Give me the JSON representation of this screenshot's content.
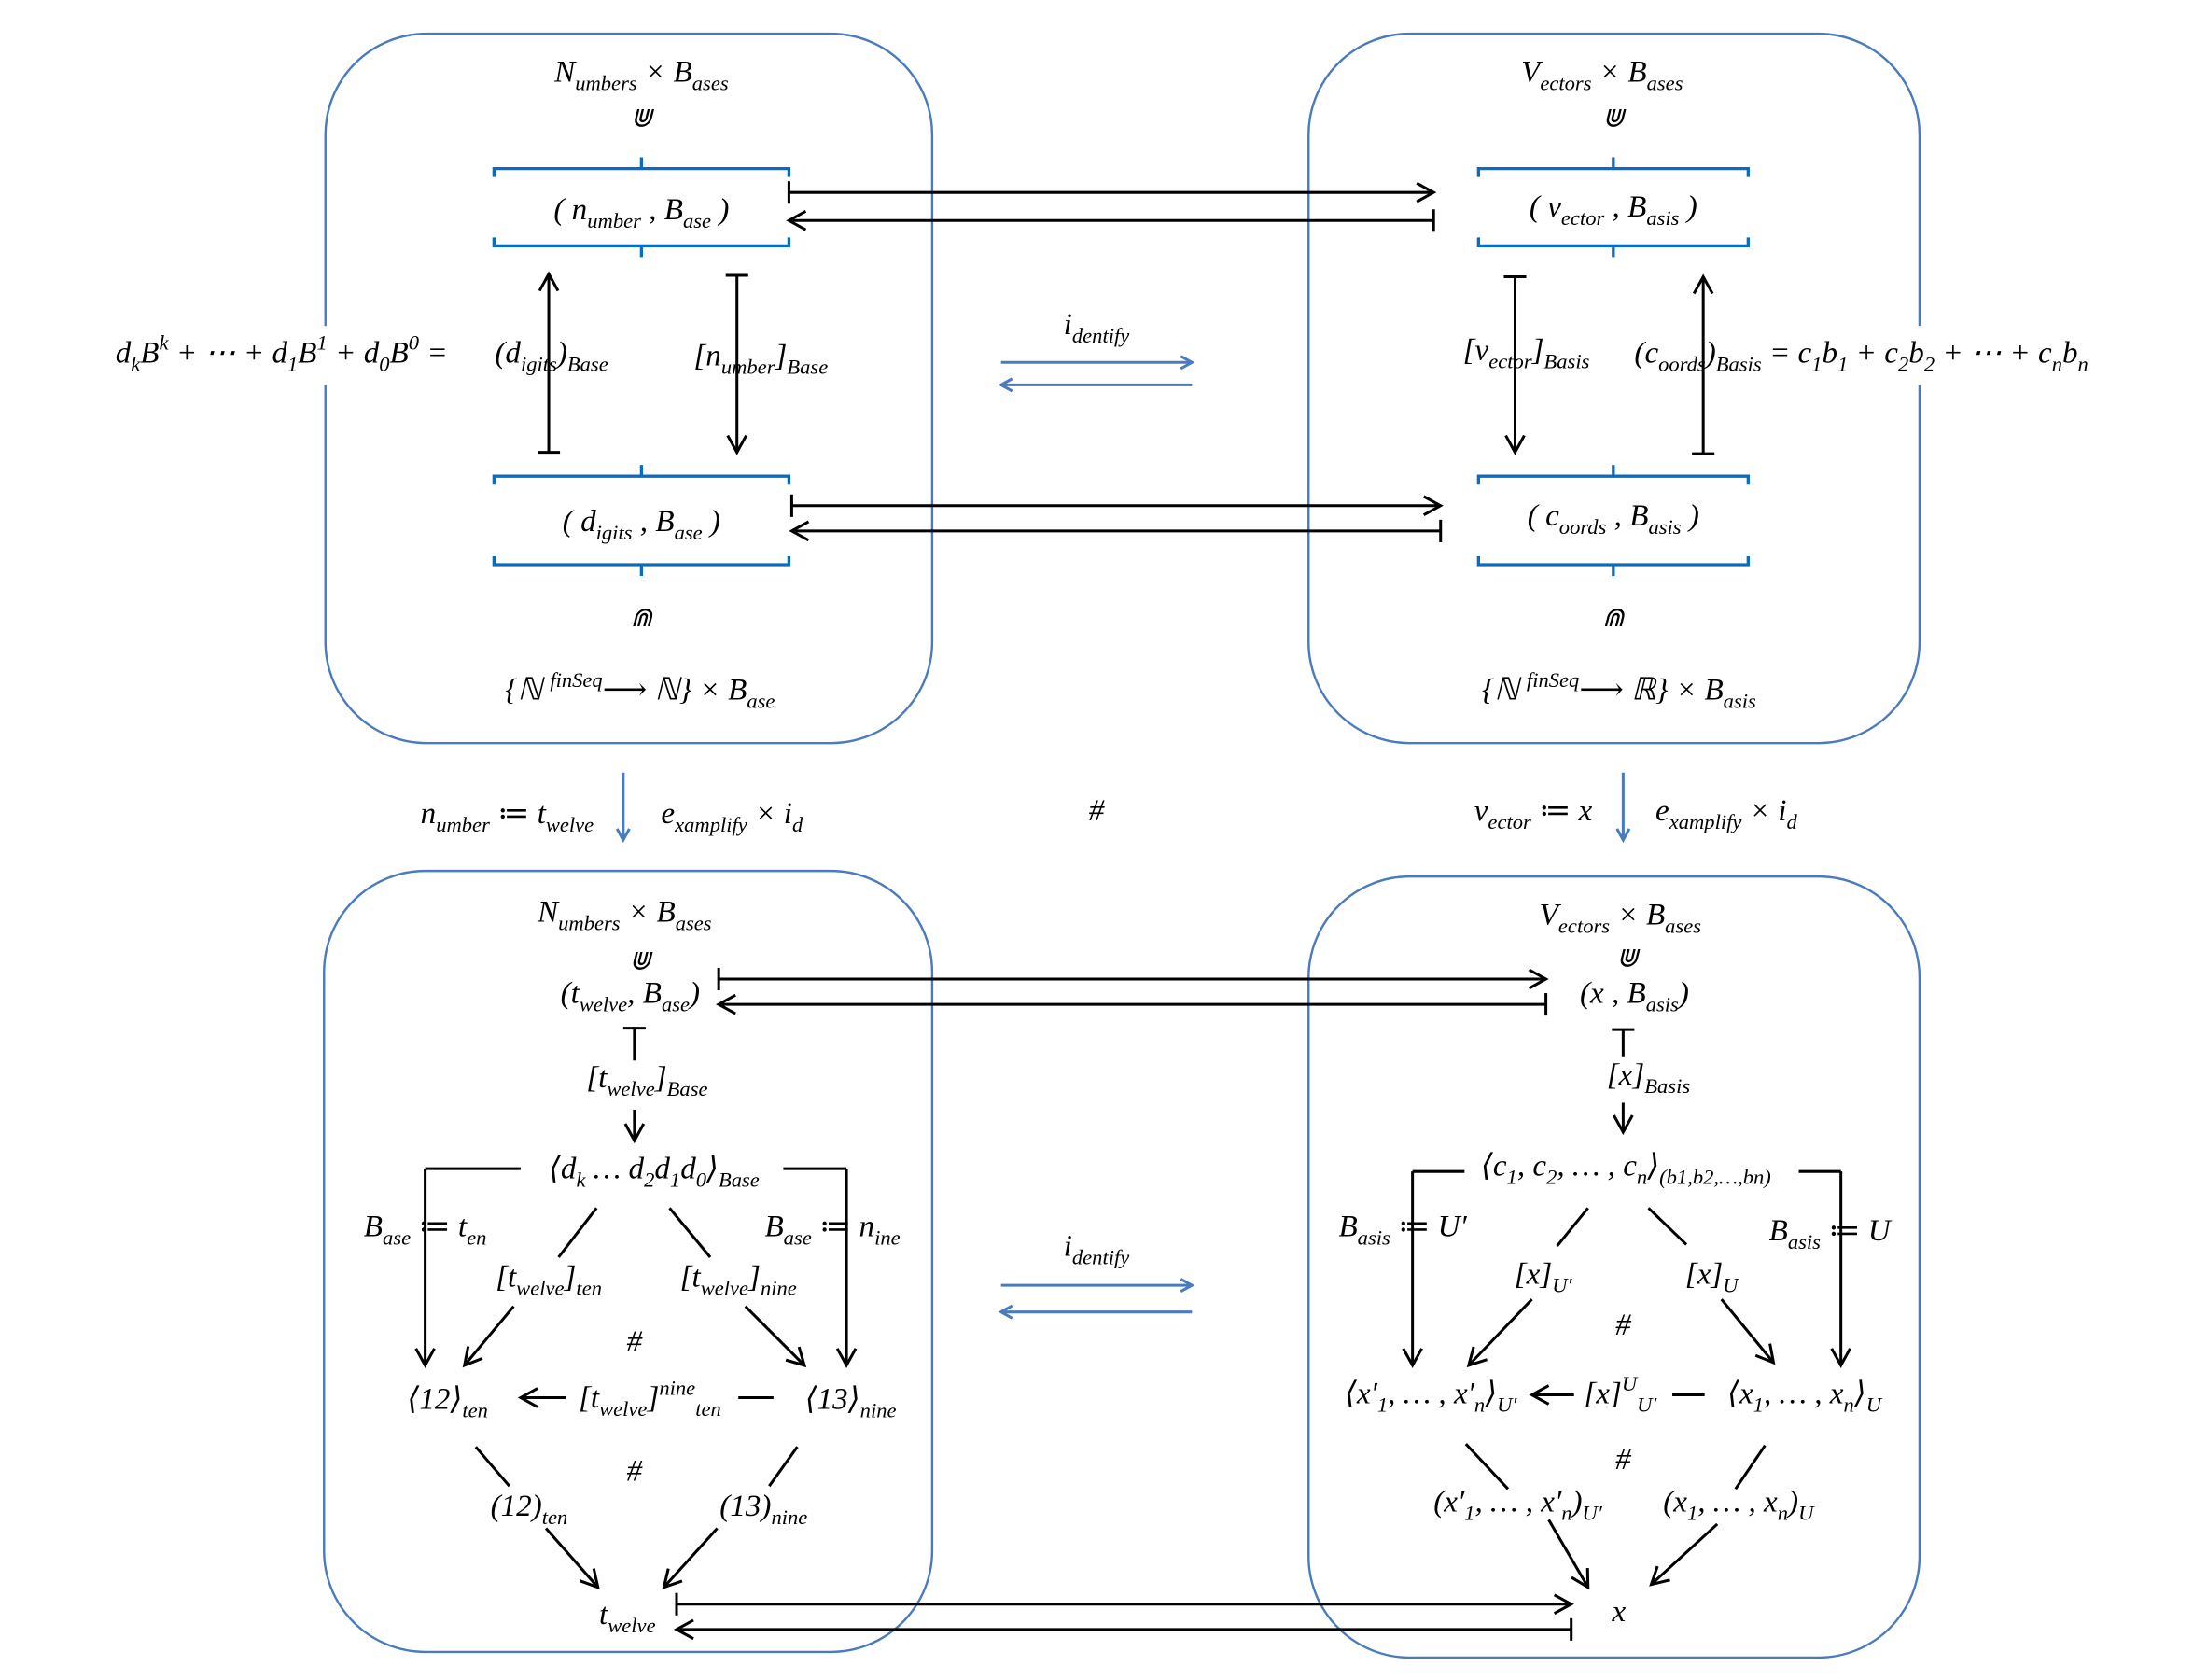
{
  "colors": {
    "box": "#4a7bbf",
    "brace": "#0a6cc0",
    "identify_arrows": "#4a7bbf",
    "ink": "#000000"
  },
  "labels": {
    "tl_title": [
      [
        "N"
      ],
      [
        "umbers",
        "b"
      ],
      [
        " × B"
      ],
      [
        "ases",
        "b"
      ]
    ],
    "tl_elem_top": [
      [
        "⋓"
      ]
    ],
    "tl_pair1": [
      [
        "(  n"
      ],
      [
        "umber",
        "b"
      ],
      [
        "    ,    B"
      ],
      [
        "ase",
        "b"
      ],
      [
        "  )"
      ]
    ],
    "tl_digits_base": [
      [
        "(d"
      ],
      [
        "igits",
        "b"
      ],
      [
        ")"
      ],
      [
        "Base",
        "b"
      ]
    ],
    "tl_number_base": [
      [
        "[n"
      ],
      [
        "umber",
        "b"
      ],
      [
        "]"
      ],
      [
        "Base",
        "b"
      ]
    ],
    "tl_formula": [
      [
        "d"
      ],
      [
        "k",
        "b"
      ],
      [
        "B"
      ],
      [
        "k",
        "p"
      ],
      [
        " + ⋯ + d"
      ],
      [
        "1",
        "b"
      ],
      [
        "B"
      ],
      [
        "1",
        "p"
      ],
      [
        " + d"
      ],
      [
        "0",
        "b"
      ],
      [
        "B"
      ],
      [
        "0",
        "p"
      ],
      [
        " = "
      ]
    ],
    "tl_pair2": [
      [
        "(  d"
      ],
      [
        "igits",
        "b"
      ],
      [
        "    ,    B"
      ],
      [
        "ase",
        "b"
      ],
      [
        "  )"
      ]
    ],
    "tl_elem_bot": [
      [
        "⋒"
      ]
    ],
    "tl_set": [
      [
        "{ℕ "
      ],
      [
        "finSeq",
        "p"
      ],
      [
        "⟶",
        "m"
      ],
      [
        " ℕ} × B"
      ],
      [
        "ase",
        "b"
      ]
    ],
    "tr_title": [
      [
        "V"
      ],
      [
        "ectors",
        "b"
      ],
      [
        " × B"
      ],
      [
        "ases",
        "b"
      ]
    ],
    "tr_elem_top": [
      [
        "⋓"
      ]
    ],
    "tr_pair1": [
      [
        "(  v"
      ],
      [
        "ector",
        "b"
      ],
      [
        "    ,   B"
      ],
      [
        "asis",
        "b"
      ],
      [
        "  )"
      ]
    ],
    "tr_vector_basis": [
      [
        "[v"
      ],
      [
        "ector",
        "b"
      ],
      [
        "]"
      ],
      [
        "Basis",
        "b"
      ]
    ],
    "tr_coords_formula": [
      [
        "(c"
      ],
      [
        "oords",
        "b"
      ],
      [
        ")"
      ],
      [
        "Basis",
        "b"
      ],
      [
        " = c"
      ],
      [
        "1",
        "b"
      ],
      [
        "b"
      ],
      [
        "1",
        "b"
      ],
      [
        " + c"
      ],
      [
        "2",
        "b"
      ],
      [
        "b"
      ],
      [
        "2",
        "b"
      ],
      [
        " + ⋯ + c"
      ],
      [
        "n",
        "b"
      ],
      [
        "b"
      ],
      [
        "n",
        "b"
      ]
    ],
    "tr_pair2": [
      [
        "(  c"
      ],
      [
        "oords",
        "b"
      ],
      [
        "    ,   B"
      ],
      [
        "asis",
        "b"
      ],
      [
        "  )"
      ]
    ],
    "tr_elem_bot": [
      [
        "⋒"
      ]
    ],
    "tr_set": [
      [
        "{ℕ "
      ],
      [
        "finSeq",
        "p"
      ],
      [
        "⟶",
        "m"
      ],
      [
        " ℝ} × B"
      ],
      [
        "asis",
        "b"
      ]
    ],
    "identify_top": [
      [
        "i"
      ],
      [
        "dentify",
        "b"
      ]
    ],
    "identify_bot": [
      [
        "i"
      ],
      [
        "dentify",
        "b"
      ]
    ],
    "number_assign": [
      [
        "n"
      ],
      [
        "umber",
        "b"
      ],
      [
        " ≔ t"
      ],
      [
        "welve",
        "b"
      ]
    ],
    "left_examplify": [
      [
        "e"
      ],
      [
        "xamplify",
        "b"
      ],
      [
        " × i"
      ],
      [
        "d",
        "b"
      ]
    ],
    "middle_hash": [
      [
        "#"
      ]
    ],
    "vector_assign": [
      [
        "v"
      ],
      [
        "ector",
        "b"
      ],
      [
        " ≔ x"
      ]
    ],
    "right_examplify": [
      [
        "e"
      ],
      [
        "xamplify",
        "b"
      ],
      [
        " × i"
      ],
      [
        "d",
        "b"
      ]
    ],
    "bl_title": [
      [
        "N"
      ],
      [
        "umbers",
        "b"
      ],
      [
        " × B"
      ],
      [
        "ases",
        "b"
      ]
    ],
    "bl_elem": [
      [
        "⋓"
      ]
    ],
    "bl_pair": [
      [
        "(t"
      ],
      [
        "welve",
        "b"
      ],
      [
        ", B"
      ],
      [
        "ase",
        "b"
      ],
      [
        ")"
      ]
    ],
    "bl_twelve_base": [
      [
        "[t"
      ],
      [
        "welve",
        "b"
      ],
      [
        "]"
      ],
      [
        "Base",
        "b"
      ]
    ],
    "bl_digits_tuple": [
      [
        "⟨d"
      ],
      [
        "k",
        "b"
      ],
      [
        " … d"
      ],
      [
        "2",
        "b"
      ],
      [
        "d"
      ],
      [
        "1",
        "b"
      ],
      [
        "d"
      ],
      [
        "0",
        "b"
      ],
      [
        "⟩"
      ],
      [
        "Base",
        "b"
      ]
    ],
    "bl_base_ten": [
      [
        "B"
      ],
      [
        "ase",
        "b"
      ],
      [
        " ≔ t"
      ],
      [
        "en",
        "b"
      ]
    ],
    "bl_base_nine": [
      [
        "B"
      ],
      [
        "ase",
        "b"
      ],
      [
        " ≔ n"
      ],
      [
        "ine",
        "b"
      ]
    ],
    "bl_twelve_ten": [
      [
        "[t"
      ],
      [
        "welve",
        "b"
      ],
      [
        "]"
      ],
      [
        "ten",
        "b"
      ]
    ],
    "bl_twelve_nine": [
      [
        "[t"
      ],
      [
        "welve",
        "b"
      ],
      [
        "]"
      ],
      [
        "nine",
        "b"
      ]
    ],
    "bl_hash1": [
      [
        "#"
      ]
    ],
    "bl_12_ten_tuple": [
      [
        "⟨12⟩"
      ],
      [
        "ten",
        "b"
      ]
    ],
    "bl_change": [
      [
        "[t"
      ],
      [
        "welve",
        "b"
      ],
      [
        "]"
      ],
      [
        "nine",
        "p"
      ],
      [
        "ten",
        "b"
      ]
    ],
    "bl_13_nine_tuple": [
      [
        "⟨13⟩"
      ],
      [
        "nine",
        "b"
      ]
    ],
    "bl_hash2": [
      [
        "#"
      ]
    ],
    "bl_12_ten": [
      [
        "(12)"
      ],
      [
        "ten",
        "b"
      ]
    ],
    "bl_13_nine": [
      [
        "(13)"
      ],
      [
        "nine",
        "b"
      ]
    ],
    "bl_twelve": [
      [
        "t"
      ],
      [
        "welve",
        "b"
      ]
    ],
    "br_title": [
      [
        "V"
      ],
      [
        "ectors",
        "b"
      ],
      [
        " × B"
      ],
      [
        "ases",
        "b"
      ]
    ],
    "br_elem": [
      [
        "⋓"
      ]
    ],
    "br_pair": [
      [
        "(x , B"
      ],
      [
        "asis",
        "b"
      ],
      [
        ")"
      ]
    ],
    "br_x_basis": [
      [
        "[x]"
      ],
      [
        "Basis",
        "b"
      ]
    ],
    "br_c_tuple": [
      [
        "⟨c"
      ],
      [
        "1",
        "b"
      ],
      [
        ", c"
      ],
      [
        "2",
        "b"
      ],
      [
        ", … , c"
      ],
      [
        "n",
        "b"
      ],
      [
        "⟩"
      ],
      [
        "(b1,b2,…,bn)",
        "b"
      ]
    ],
    "br_basis_uprime": [
      [
        "B"
      ],
      [
        "asis",
        "b"
      ],
      [
        " ≔ U′"
      ]
    ],
    "br_basis_u": [
      [
        "B"
      ],
      [
        "asis",
        "b"
      ],
      [
        " ≔ U"
      ]
    ],
    "br_x_uprime": [
      [
        "[x]"
      ],
      [
        "U′",
        "b"
      ]
    ],
    "br_x_u": [
      [
        "[x]"
      ],
      [
        "U",
        "b"
      ]
    ],
    "br_hash1": [
      [
        "#"
      ]
    ],
    "br_xprime_tuple": [
      [
        "⟨x′"
      ],
      [
        "1",
        "b"
      ],
      [
        ", … , x′"
      ],
      [
        "n",
        "b"
      ],
      [
        "⟩"
      ],
      [
        "U′",
        "b"
      ]
    ],
    "br_change": [
      [
        "[x]"
      ],
      [
        "U",
        "p"
      ],
      [
        "U′",
        "b"
      ]
    ],
    "br_x_tuple": [
      [
        "⟨x"
      ],
      [
        "1",
        "b"
      ],
      [
        ", … , x"
      ],
      [
        "n",
        "b"
      ],
      [
        "⟩"
      ],
      [
        "U",
        "b"
      ]
    ],
    "br_hash2": [
      [
        "#"
      ]
    ],
    "br_xprime_coords": [
      [
        "(x′"
      ],
      [
        "1",
        "b"
      ],
      [
        ", … , x′"
      ],
      [
        "n",
        "b"
      ],
      [
        ")"
      ],
      [
        "U′",
        "b"
      ]
    ],
    "br_x_coords": [
      [
        "(x"
      ],
      [
        "1",
        "b"
      ],
      [
        ", … , x"
      ],
      [
        "n",
        "b"
      ],
      [
        ")"
      ],
      [
        "U",
        "b"
      ]
    ],
    "br_x": [
      [
        "x"
      ]
    ]
  }
}
